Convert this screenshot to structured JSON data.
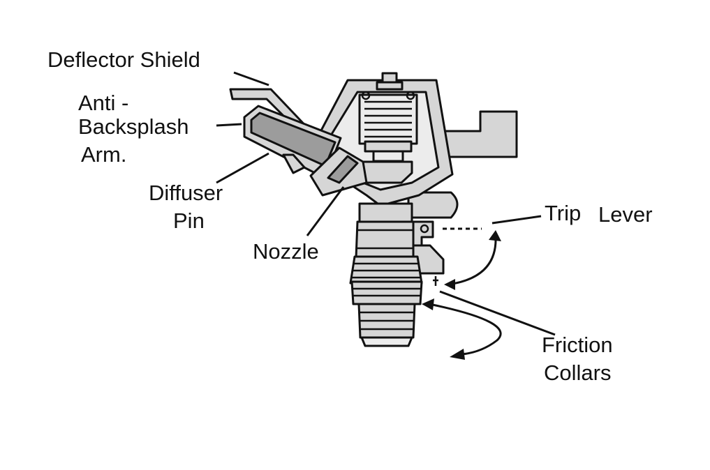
{
  "labels": {
    "deflector_shield": "Deflector Shield",
    "anti_backsplash_line1": "Anti -",
    "anti_backsplash_line2": "Backsplash",
    "anti_backsplash_line3": "Arm.",
    "diffuser_line1": "Diffuser",
    "diffuser_line2": "Pin",
    "nozzle": "Nozzle",
    "trip": "Trip",
    "lever": "Lever",
    "friction_line1": "Friction",
    "friction_line2": "Collars"
  },
  "colors": {
    "outline": "#111111",
    "body_fill": "#d6d6d6",
    "dark_fill": "#9c9c9c",
    "background": "#ffffff"
  }
}
